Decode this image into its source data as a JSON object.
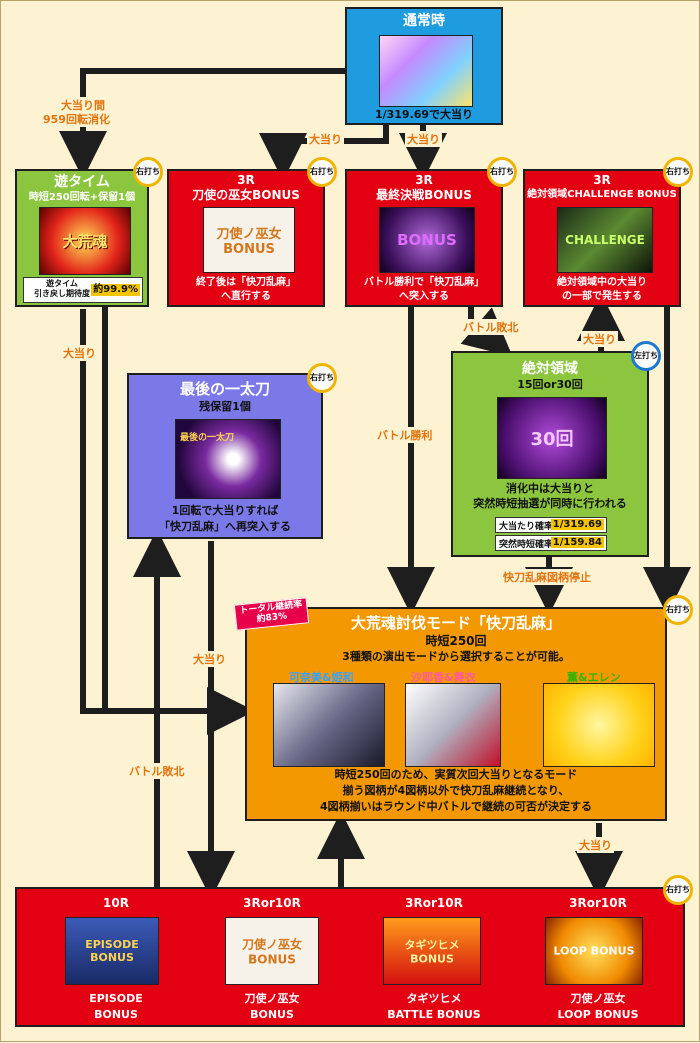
{
  "colors": {
    "blue": "#1f9be0",
    "green": "#8cc63f",
    "red": "#e30013",
    "purple": "#7b79e8",
    "orange": "#f39800",
    "arrow": "#1e1e1e",
    "label": "#e4730c",
    "bg": "#fdf3d2"
  },
  "badges": {
    "right": "右打ち",
    "left": "左打ち"
  },
  "normal": {
    "title": "通常時",
    "prob": "1/319.69で大当り",
    "image": "anime-character-image"
  },
  "asobi": {
    "title": "遊タイム",
    "sub": "時短250回転+保留1個",
    "image": "大荒魂",
    "note_label": "遊タイム\n引き戻し期待度",
    "note_value": "約99.9%"
  },
  "bonus3r_a": {
    "round": "3R",
    "name": "刀使の巫女BONUS",
    "image": "刀使ノ巫女 BONUS",
    "desc1": "終了後は「快刀乱麻」",
    "desc2": "へ直行する"
  },
  "bonus3r_b": {
    "round": "3R",
    "name": "最終決戦BONUS",
    "image": "BONUS",
    "desc1": "バトル勝利で「快刀乱麻」",
    "desc2": "へ突入する"
  },
  "bonus3r_c": {
    "round": "3R",
    "name": "絶対領域CHALLENGE BONUS",
    "image": "CHALLENGE",
    "desc1": "絶対領域中の大当り",
    "desc2": "の一部で発生する"
  },
  "last": {
    "title": "最後の一太刀",
    "sub": "残保留1個",
    "image": "最後の一太刀",
    "desc1": "1回転で大当りすれば",
    "desc2": "「快刀乱麻」へ再突入する"
  },
  "zettai": {
    "title": "絶対領域",
    "sub": "15回or30回",
    "image": "30回",
    "desc1": "消化中は大当りと",
    "desc2": "突然時短抽選が同時に行われる",
    "stat1_label": "大当たり確率",
    "stat1_value": "1/319.69",
    "stat2_label": "突然時短確率",
    "stat2_value": "1/159.84"
  },
  "mode": {
    "tag1": "トータル継続率",
    "tag2": "約83%",
    "title": "大荒魂討伐モード「快刀乱麻」",
    "sub": "時短250回",
    "sub2": "3種類の演出モードから選択することが可能。",
    "chars": [
      "可奈美&姫和",
      "沙耶香&舞衣",
      "薫&エレン"
    ],
    "desc1": "時短250回のため、実質次回大当りとなるモード",
    "desc2": "揃う図柄が4図柄以外で快刀乱麻継続となり、",
    "desc3": "4図柄揃いはラウンド中バトルで継続の可否が決定する"
  },
  "bottom": {
    "items": [
      {
        "round": "10R",
        "image": "EPISODE BONUS",
        "name1": "EPISODE",
        "name2": "BONUS"
      },
      {
        "round": "3Ror10R",
        "image": "刀使ノ巫女 BONUS",
        "name1": "刀使ノ巫女",
        "name2": "BONUS"
      },
      {
        "round": "3Ror10R",
        "image": "タギツヒメ BONUS",
        "name1": "タギツヒメ",
        "name2": "BATTLE BONUS"
      },
      {
        "round": "3Ror10R",
        "image": "LOOP BONUS",
        "name1": "刀使ノ巫女",
        "name2": "LOOP BONUS"
      }
    ]
  },
  "labels": {
    "ooatari_kan": "大当り間",
    "spins": "959回転消化",
    "ooatari": "大当り",
    "battle_lose": "バトル敗北",
    "battle_win": "バトル勝利",
    "zuhara": "快刀乱麻図柄停止"
  }
}
